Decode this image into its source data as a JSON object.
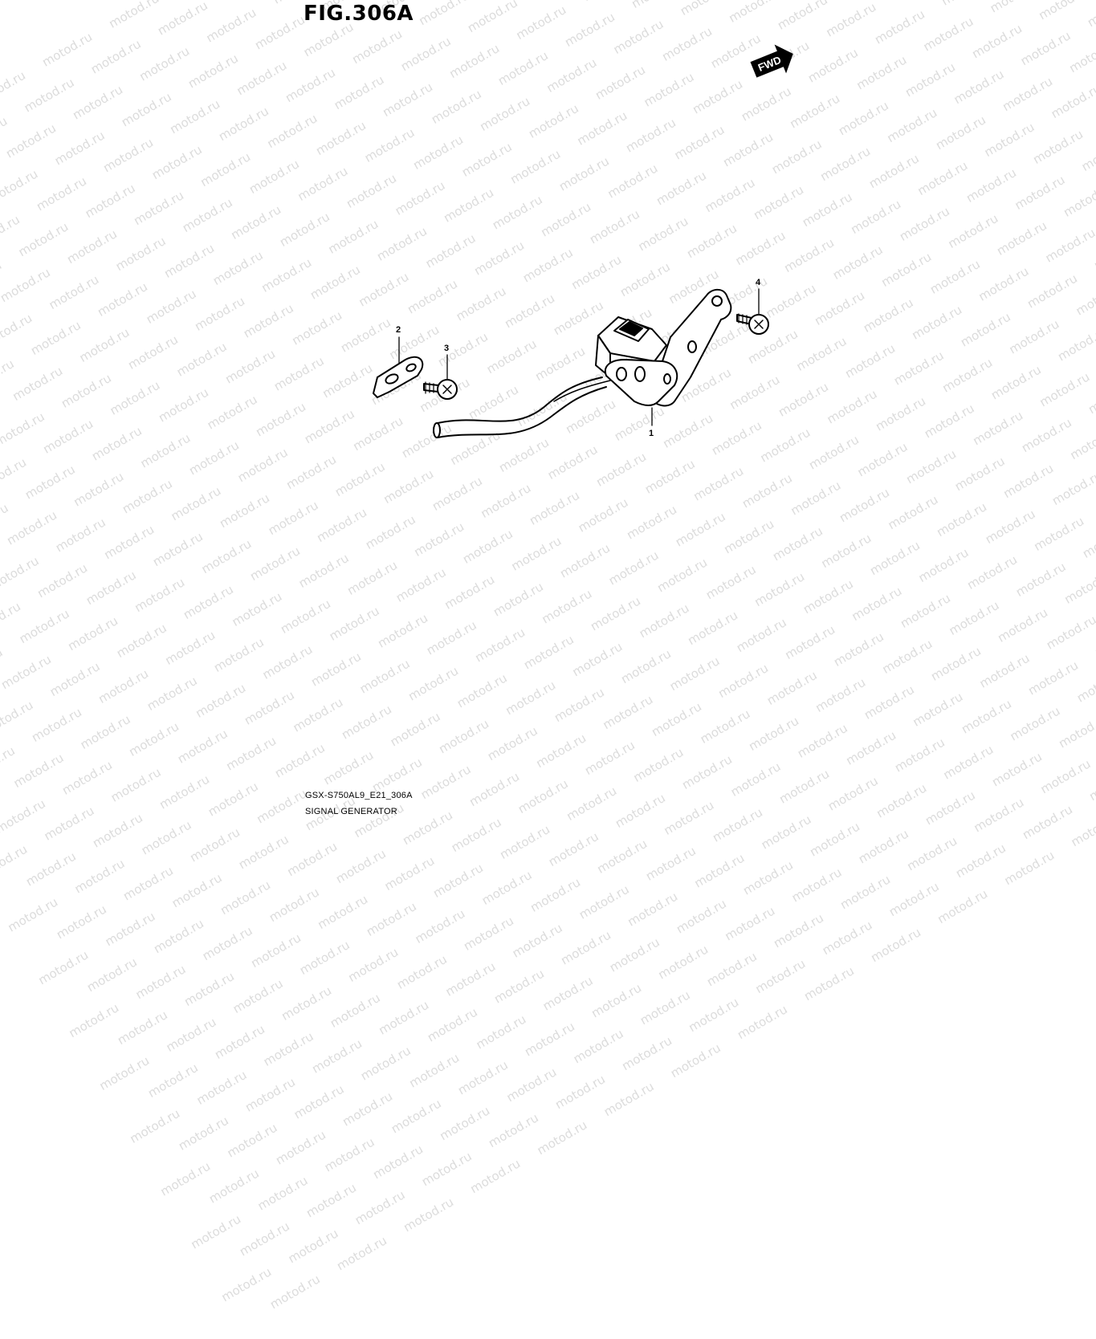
{
  "figure": {
    "title": "FIG.306A",
    "direction_label": "FWD",
    "code": "GSX-S750AL9_E21_306A",
    "name": "SIGNAL GENERATOR"
  },
  "watermark_text": "motod.ru",
  "callouts": {
    "part_1": "1",
    "part_2": "2",
    "part_3": "3",
    "part_4": "4"
  },
  "icons": [
    "fwd-arrow-icon"
  ]
}
